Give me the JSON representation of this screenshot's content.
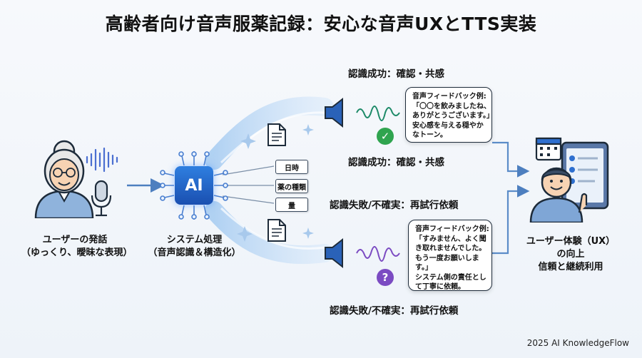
{
  "title": "高齢者向け音声服薬記録：安心な音声UXとTTS実装",
  "user": {
    "caption_line1": "ユーザーの発話",
    "caption_line2": "（ゆっくり、曖昧な表現）"
  },
  "system": {
    "chip_label": "AI",
    "caption_line1": "システム処理",
    "caption_line2": "（音声認識＆構造化）",
    "tags": [
      "日時",
      "薬の種類",
      "量"
    ]
  },
  "success": {
    "label_top": "認識成功：確認・共感",
    "label_bottom": "認識成功：確認・共感",
    "bubble_lines": [
      "音声フィードバック例:",
      "「〇〇を飲みましたね、",
      "ありがとうございます。」",
      "安心感を与える穏やか",
      "なトーン。"
    ],
    "icon_glyph": "✓",
    "color": "#2fa44f"
  },
  "failure": {
    "label_top": "認識失敗/不確実：再試行依頼",
    "label_bottom": "認識失敗/不確実：再試行依頼",
    "bubble_lines": [
      "音声フィードバック例:",
      "「すみません、よく聞",
      "き取れませんでした。",
      "もう一度お願いしま",
      "す。」",
      "システム側の責任とし",
      "て丁寧に依頼。"
    ],
    "icon_glyph": "?",
    "color": "#7b4bc2"
  },
  "ux": {
    "caption_line1": "ユーザー体験（UX）",
    "caption_line2": "の向上",
    "caption_line3": "信頼と継続利用"
  },
  "footer": "2025 AI KnowledgeFlow",
  "colors": {
    "accent_blue": "#3d7cc9",
    "flow_blue": "#7fb3e8"
  }
}
